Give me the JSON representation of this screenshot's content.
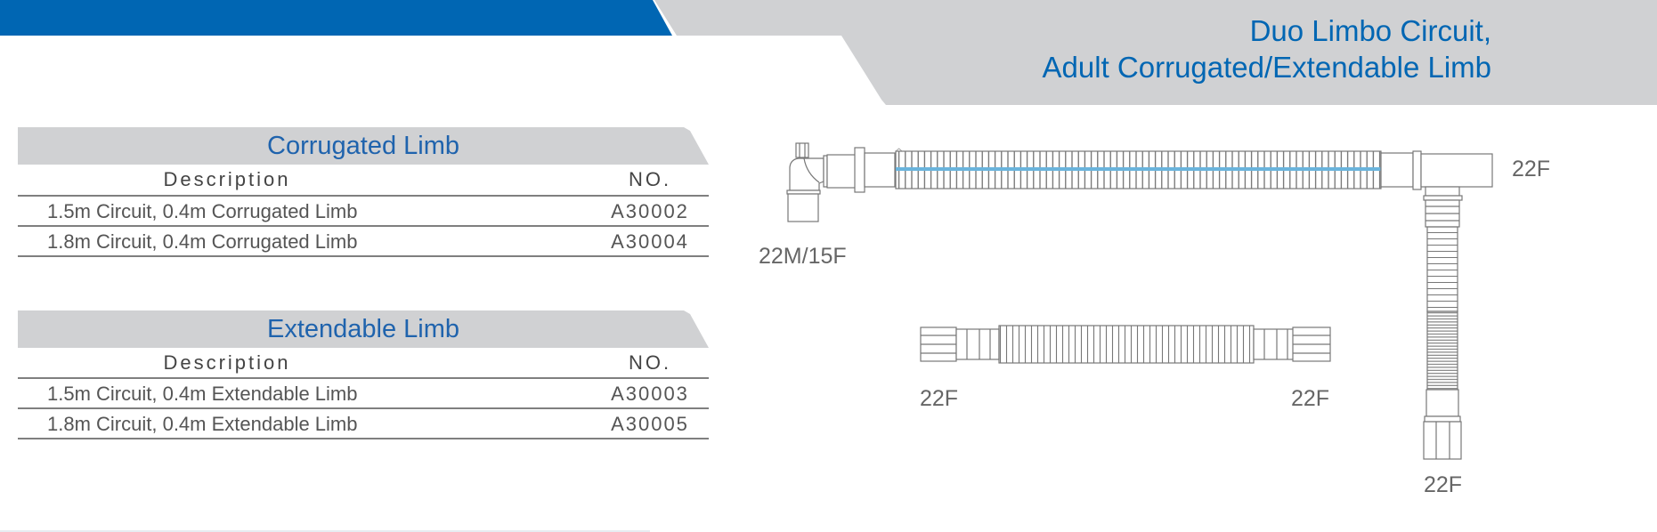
{
  "header": {
    "title_line1": "Duo Limbo Circuit,",
    "title_line2": "Adult Corrugated/Extendable Limb",
    "colors": {
      "brand_blue": "#0066b3",
      "band_gray": "#d0d1d3"
    }
  },
  "tables": [
    {
      "title": "Corrugated Limb",
      "columns": {
        "description": "Description",
        "number": "NO."
      },
      "rows": [
        {
          "description": "1.5m Circuit,  0.4m Corrugated Limb",
          "number": "A30002"
        },
        {
          "description": "1.8m Circuit,  0.4m Corrugated Limb",
          "number": "A30004"
        }
      ]
    },
    {
      "title": "Extendable Limb",
      "columns": {
        "description": "Description",
        "number": "NO."
      },
      "rows": [
        {
          "description": "1.5m Circuit,  0.4m Extendable Limb",
          "number": "A30003"
        },
        {
          "description": "1.8m Circuit,  0.4m Extendable Limb",
          "number": "A30005"
        }
      ]
    }
  ],
  "diagram": {
    "labels": {
      "patient_connector": "22M/15F",
      "tee_side_port": "22F",
      "separate_limb_left": "22F",
      "separate_limb_right": "22F",
      "vertical_limb_end": "22F"
    },
    "accent_line_color": "#6ab4dc"
  }
}
